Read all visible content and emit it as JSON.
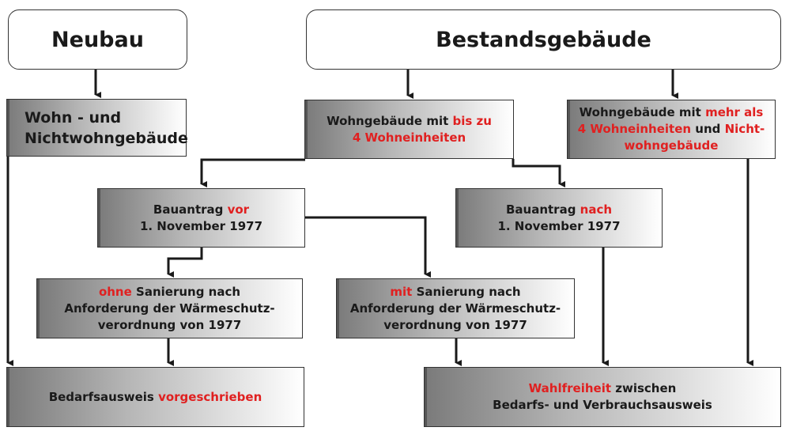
{
  "headers": {
    "neubau": "Neubau",
    "bestand": "Bestandsgebäude"
  },
  "boxes": {
    "wohn_nichtwohn": {
      "l1": "Wohn - und",
      "l2": "Nichtwohngebäude"
    },
    "bis4": {
      "a": "Wohngebäude mit ",
      "b": "bis zu",
      "c": "4 Wohneinheiten"
    },
    "mehr4": {
      "a": "Wohngebäude mit ",
      "b": "mehr als",
      "c": "4 Wohneinheiten",
      "d": " und ",
      "e": "Nicht-",
      "f": "wohngebäude"
    },
    "vor": {
      "a": "Bauantrag ",
      "b": "vor",
      "c": "1. November 1977"
    },
    "nach": {
      "a": "Bauantrag ",
      "b": "nach",
      "c": "1. November 1977"
    },
    "ohne": {
      "a": "ohne",
      "b": " Sanierung nach",
      "c": "Anforderung der Wärmeschutz-",
      "d": "verordnung von 1977"
    },
    "mit": {
      "a": "mit",
      "b": " Sanierung nach",
      "c": "Anforderung der Wärmeschutz-",
      "d": "verordnung von 1977"
    },
    "bedarf": {
      "a": "Bedarfsausweis ",
      "b": "vorgeschrieben"
    },
    "wahl": {
      "a": "Wahlfreiheit",
      "b": " zwischen",
      "c": "Bedarfs- und Verbrauchsausweis"
    }
  },
  "colors": {
    "accent": "#e02020",
    "line": "#1a1a1a"
  }
}
